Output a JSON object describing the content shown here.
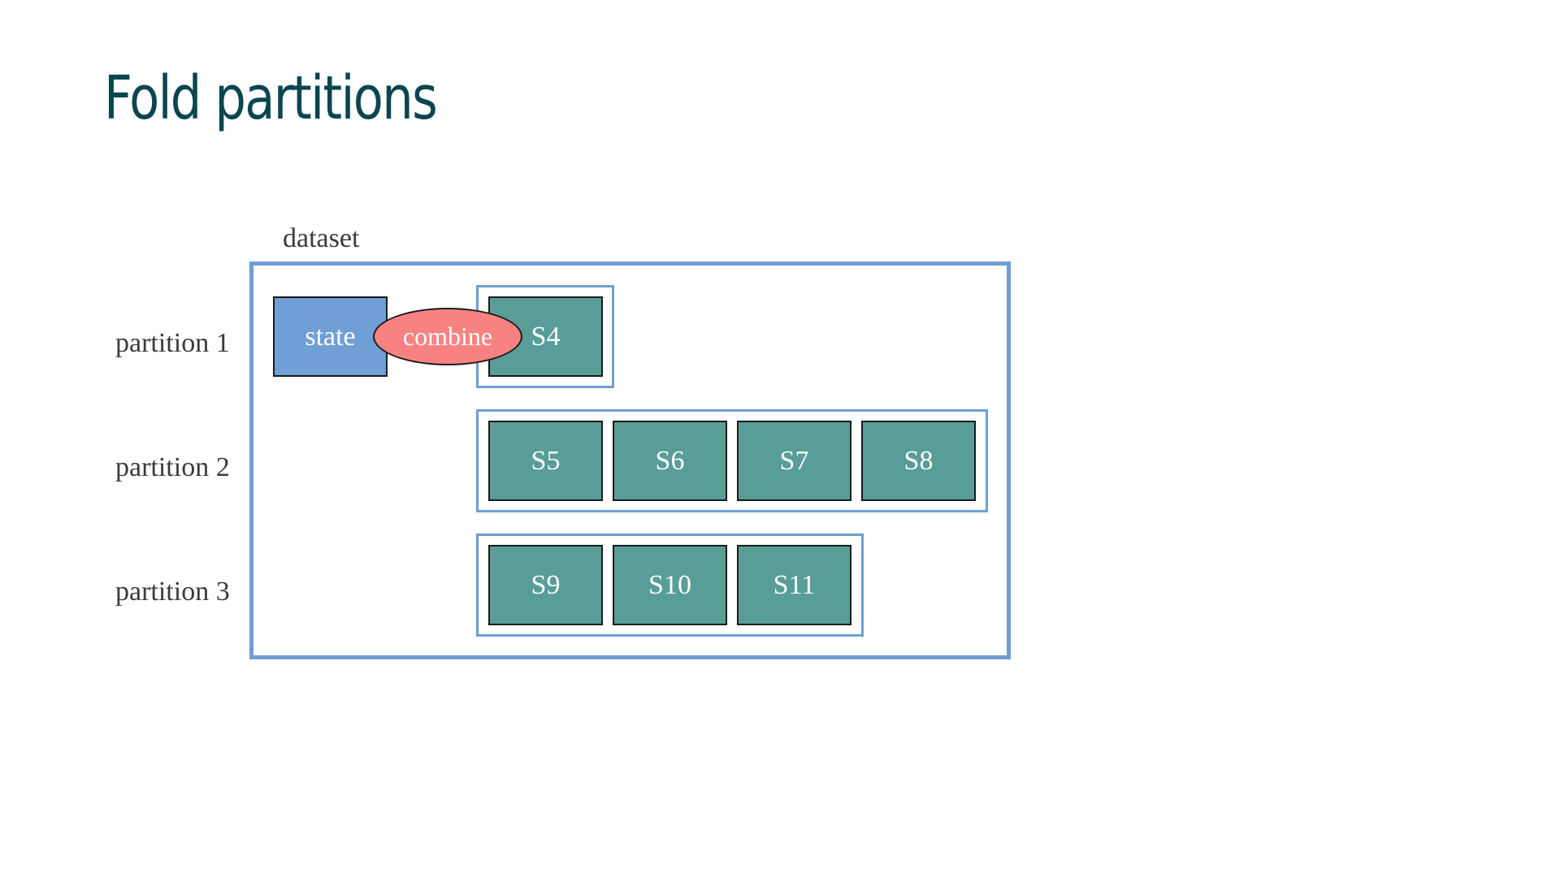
{
  "slide": {
    "title": "Fold partitions"
  },
  "diagram": {
    "dataset_label": "dataset",
    "partition_labels": [
      "partition 1",
      "partition 2",
      "partition 3"
    ],
    "state_label": "state",
    "combine_label": "combine",
    "partitions": [
      [
        "S4"
      ],
      [
        "S5",
        "S6",
        "S7",
        "S8"
      ],
      [
        "S9",
        "S10",
        "S11"
      ]
    ]
  },
  "colors": {
    "title": "#0b4650",
    "frame": "#6f9fd1",
    "segment": "#589d98",
    "state": "#6f9fd4",
    "combine": "#f88282"
  }
}
